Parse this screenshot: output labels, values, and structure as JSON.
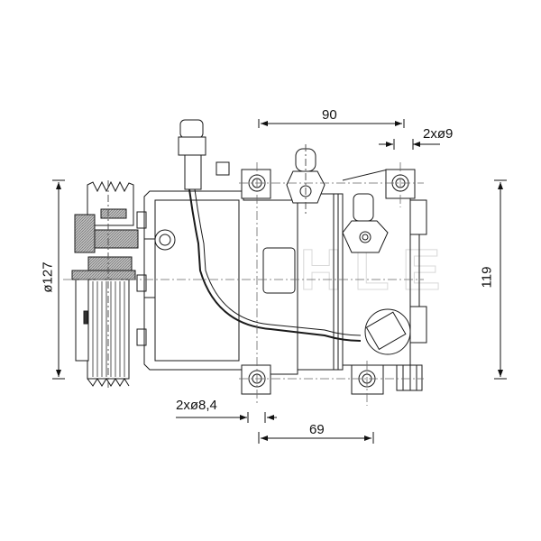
{
  "drawing": {
    "subject": "AC compressor technical drawing",
    "watermark": "MAHLE",
    "colors": {
      "line": "#1a1a1a",
      "hatch": "#777777",
      "watermark": "#d8d8d8",
      "background": "#ffffff"
    }
  },
  "dimensions": {
    "top_width": {
      "label": "90"
    },
    "top_hole": {
      "label": "2xø9"
    },
    "bottom_width": {
      "label": "69"
    },
    "bottom_hole": {
      "label": "2xø8,4"
    },
    "pulley_diameter": {
      "label": "ø127"
    },
    "height": {
      "label": "119"
    }
  }
}
